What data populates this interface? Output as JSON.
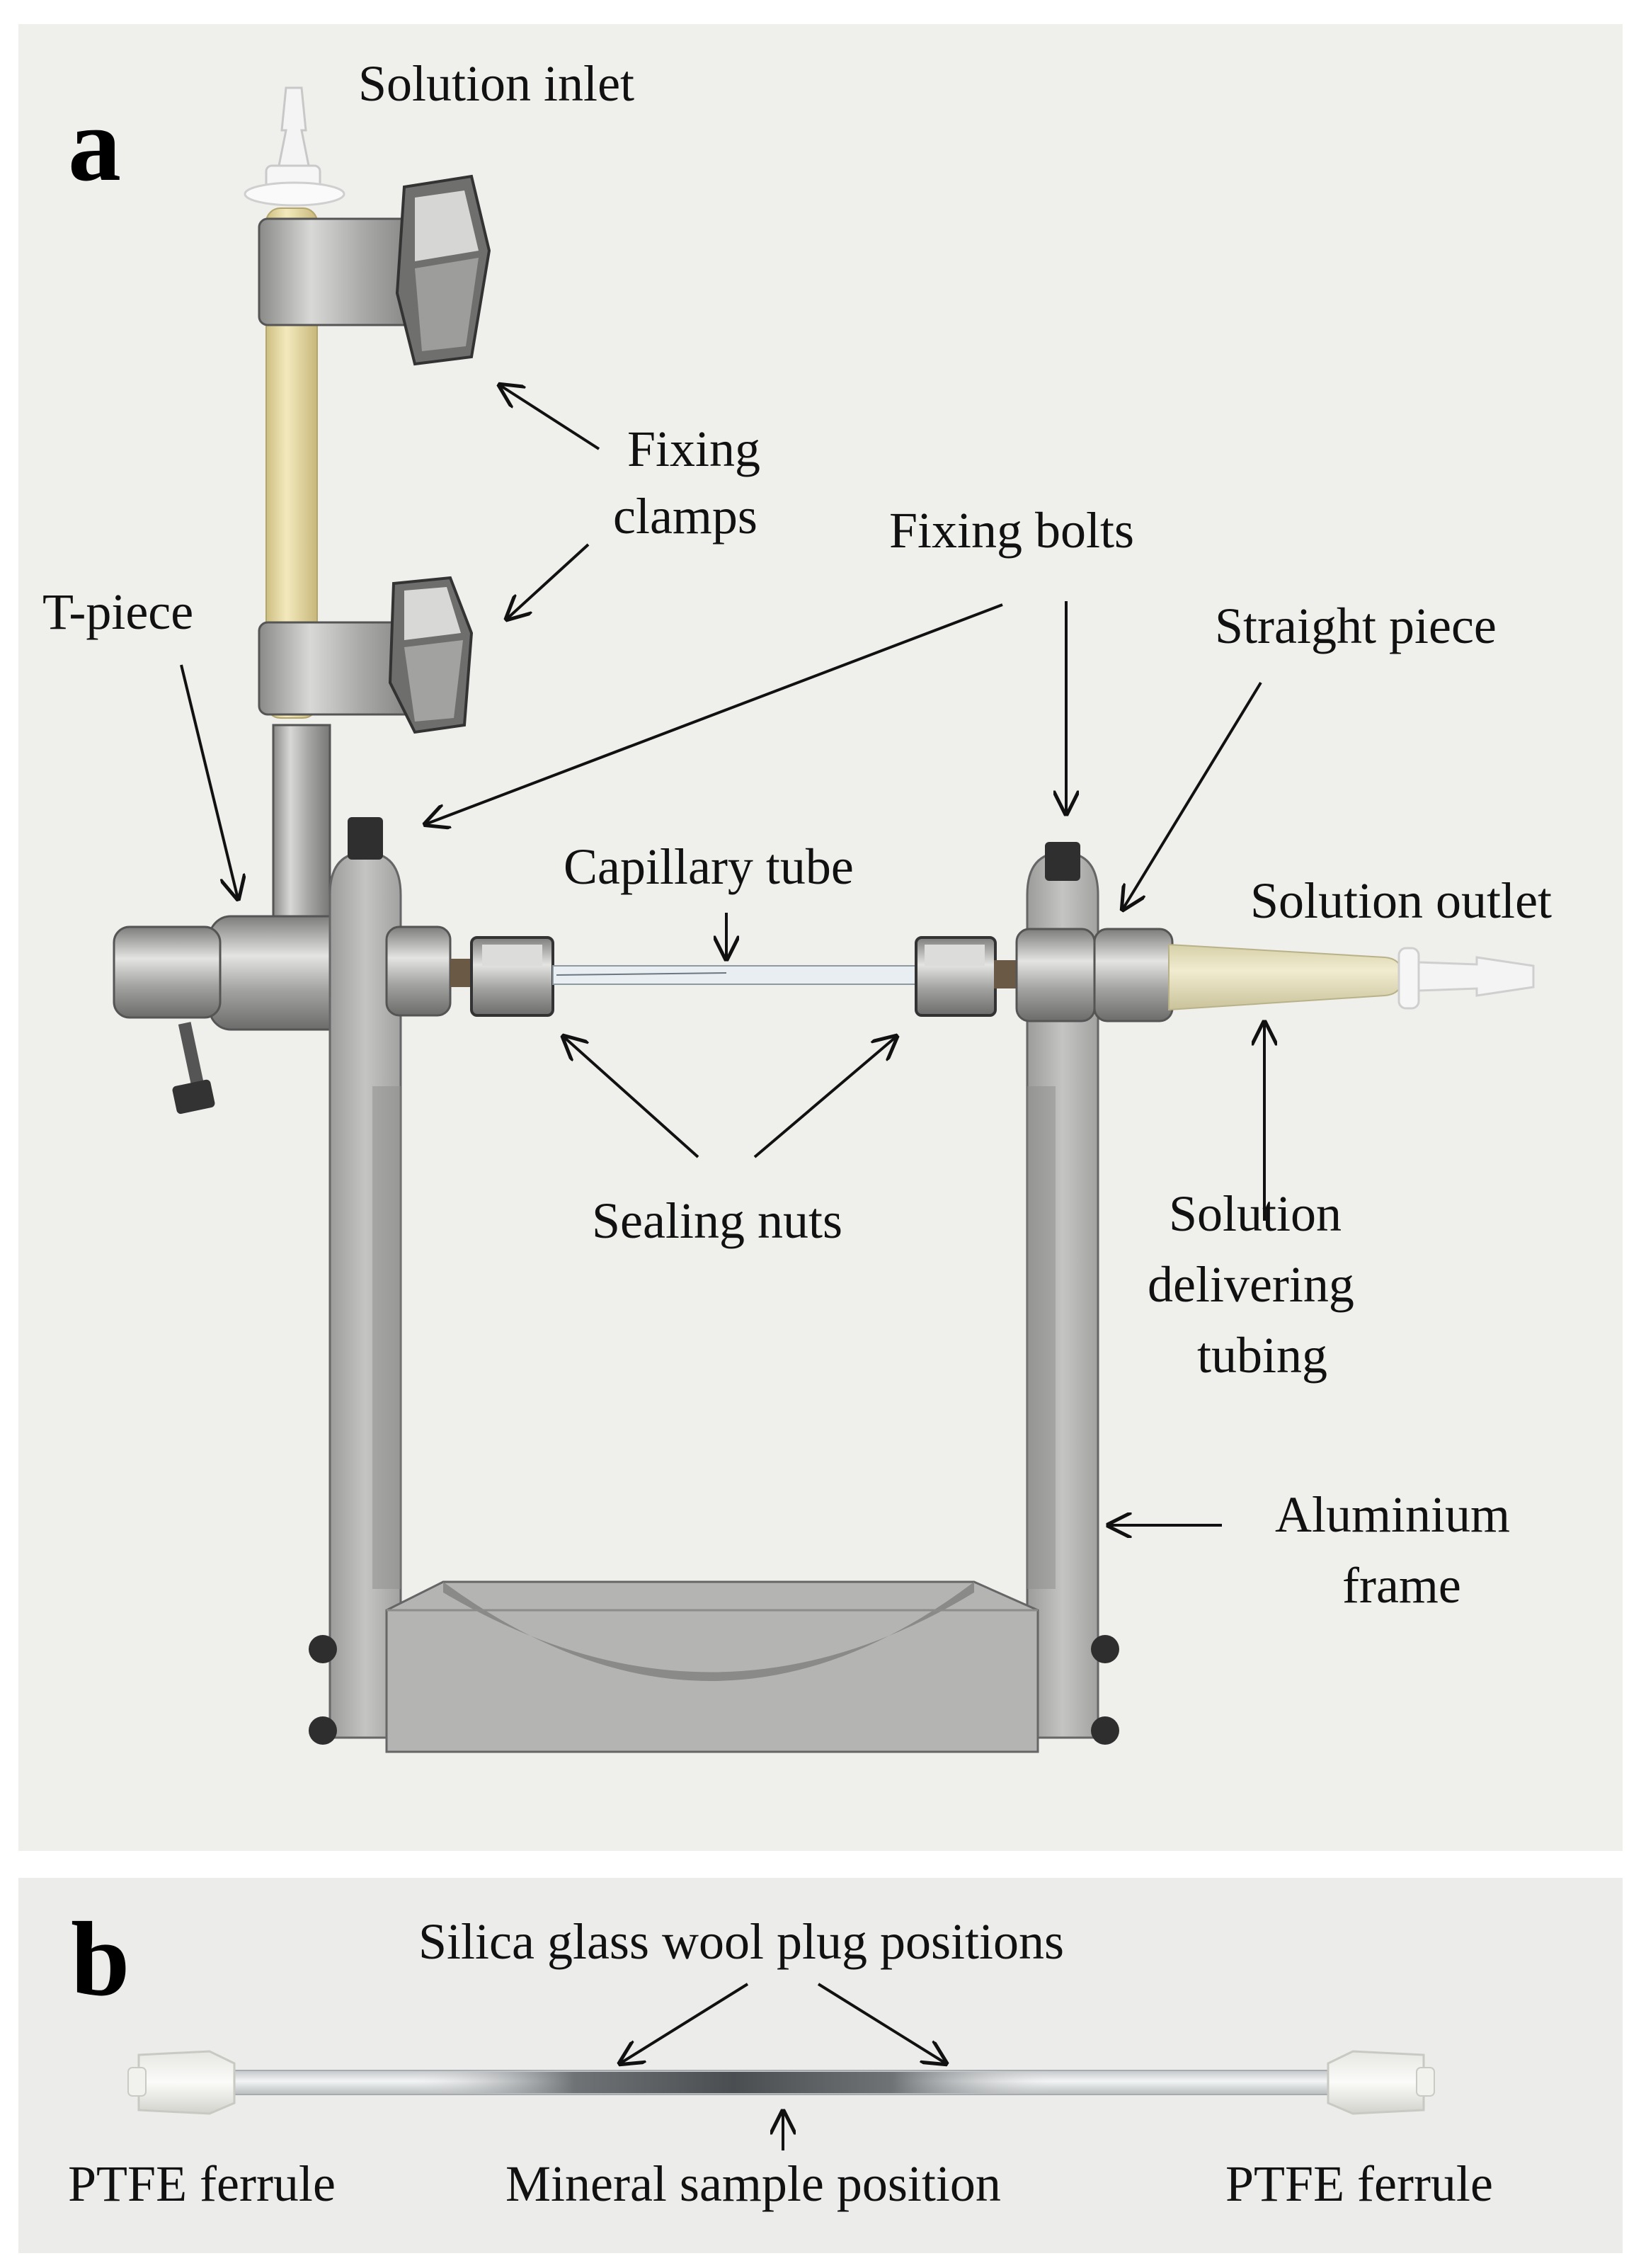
{
  "panel_a": {
    "letter": "a",
    "labels": {
      "solution_inlet": "Solution inlet",
      "fixing_clamps_1": "Fixing",
      "fixing_clamps_2": "clamps",
      "fixing_bolts": "Fixing bolts",
      "t_piece": "T-piece",
      "straight_piece": "Straight piece",
      "capillary_tube": "Capillary tube",
      "solution_outlet": "Solution outlet",
      "sealing_nuts": "Sealing nuts",
      "solution_delivering_1": "Solution",
      "solution_delivering_2": "delivering",
      "solution_delivering_3": "tubing",
      "aluminium_frame_1": "Aluminium",
      "aluminium_frame_2": "frame"
    }
  },
  "panel_b": {
    "letter": "b",
    "labels": {
      "silica_wool": "Silica glass wool plug positions",
      "ptfe_left": "PTFE ferrule",
      "mineral_sample": "Mineral sample position",
      "ptfe_right": "PTFE ferrule"
    }
  }
}
